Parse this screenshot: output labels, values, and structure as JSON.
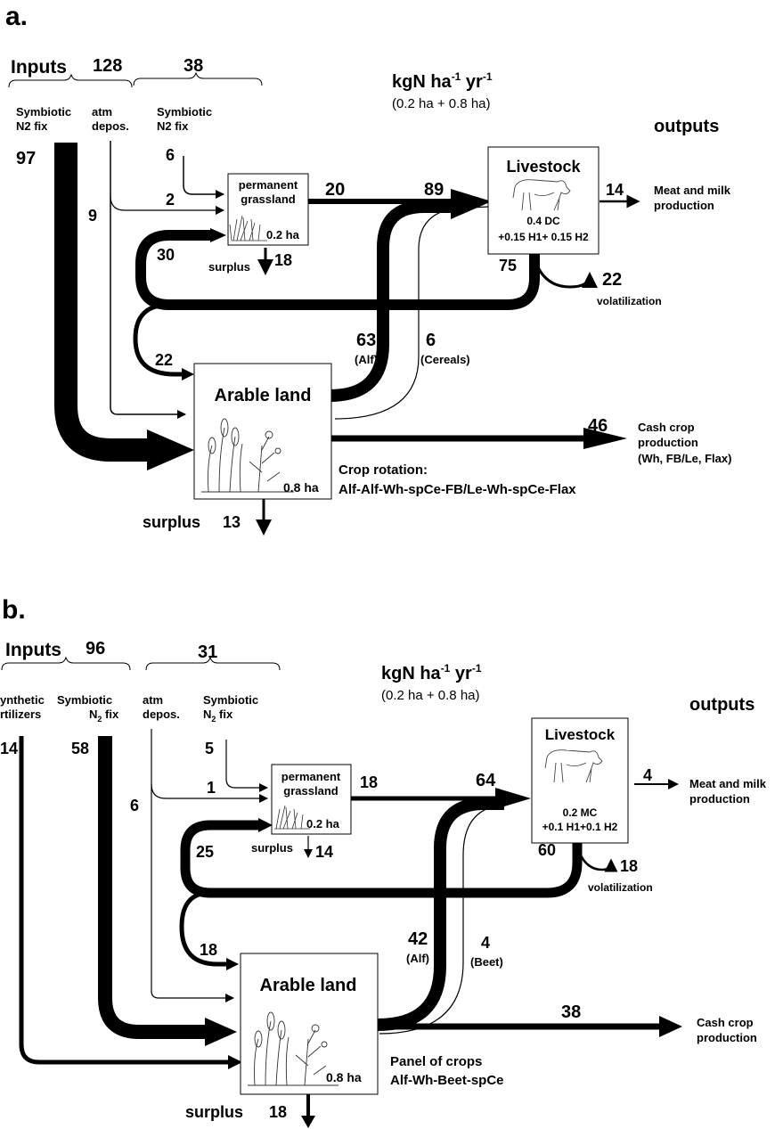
{
  "panel_a": {
    "letter": "a.",
    "inputs_label": "Inputs",
    "inputs_total": "128",
    "inputs_sub_total": "38",
    "unit_main": "kgN ha",
    "unit_exp1": "-1",
    "unit_mid": " yr",
    "unit_exp2": "-1",
    "unit_note": "(0.2 ha + 0.8 ha)",
    "outputs_label": "outputs",
    "src_symb1_l1": "Symbiotic",
    "src_symb1_l2": "N2 fix",
    "src_atm_l1": "atm",
    "src_atm_l2": "depos.",
    "src_symb2_l1": "Symbiotic",
    "src_symb2_l2": "N2 fix",
    "v_97": "97",
    "v_9": "9",
    "v_6": "6",
    "v_2": "2",
    "v_20": "20",
    "v_89": "89",
    "v_14": "14",
    "v_30": "30",
    "v_18": "18",
    "v_75": "75",
    "v_22v": "22",
    "v_22": "22",
    "v_63": "63",
    "v_6c": "6",
    "v_46": "46",
    "v_13": "13",
    "alf": "(Alf)",
    "cereals": "(Cereals)",
    "surplus_small": "surplus",
    "surplus_big": "surplus",
    "volatilization": "volatilization",
    "grass_l1": "permanent",
    "grass_l2": "grassland",
    "grass_area": "0.2 ha",
    "livestock_title": "Livestock",
    "livestock_l1": "0.4 DC",
    "livestock_l2": "+0.15 H1+ 0.15 H2",
    "arable_title": "Arable land",
    "arable_area": "0.8 ha",
    "meat_l1": "Meat and milk",
    "meat_l2": "production",
    "cash_l1": "Cash crop",
    "cash_l2": "production",
    "cash_l3": "(Wh, FB/Le, Flax)",
    "rotation_l1": "Crop rotation:",
    "rotation_l2": "Alf-Alf-Wh-spCe-FB/Le-Wh-spCe-Flax"
  },
  "panel_b": {
    "letter": "b.",
    "inputs_label": "Inputs",
    "inputs_total": "96",
    "inputs_sub_total": "31",
    "unit_main": "kgN ha",
    "unit_exp1": "-1",
    "unit_mid": " yr",
    "unit_exp2": "-1",
    "unit_note": "(0.2 ha + 0.8 ha)",
    "outputs_label": "outputs",
    "src_synth_l1": "ynthetic",
    "src_synth_l2": "rtilizers",
    "src_symb1_l1": "Symbiotic",
    "src_symb1_l2a": "N",
    "src_symb1_sub": "2",
    "src_symb1_l2b": " fix",
    "src_atm_l1": "atm",
    "src_atm_l2": "depos.",
    "src_symb2_l1": "Symbiotic",
    "src_symb2_l2a": "N",
    "src_symb2_sub": "2",
    "src_symb2_l2b": " fix",
    "v_14": "14",
    "v_58": "58",
    "v_6": "6",
    "v_5": "5",
    "v_1": "1",
    "v_18g": "18",
    "v_64": "64",
    "v_4m": "4",
    "v_25": "25",
    "v_14s": "14",
    "v_60": "60",
    "v_18v": "18",
    "v_18": "18",
    "v_42": "42",
    "v_4b": "4",
    "v_38": "38",
    "v_18s": "18",
    "alf": "(Alf)",
    "beet": "(Beet)",
    "surplus_small": "surplus",
    "surplus_big": "surplus",
    "volatilization": "volatilization",
    "grass_l1": "permanent",
    "grass_l2": "grassland",
    "grass_area": "0.2 ha",
    "livestock_title": "Livestock",
    "livestock_l1": "0.2 MC",
    "livestock_l2": "+0.1 H1+0.1 H2",
    "arable_title": "Arable land",
    "arable_area": "0.8 ha",
    "meat_l1": "Meat and milk",
    "meat_l2": "production",
    "cash_l1": "Cash crop",
    "cash_l2": "production",
    "crops_l1": "Panel of crops",
    "crops_l2": "Alf-Wh-Beet-spCe"
  }
}
